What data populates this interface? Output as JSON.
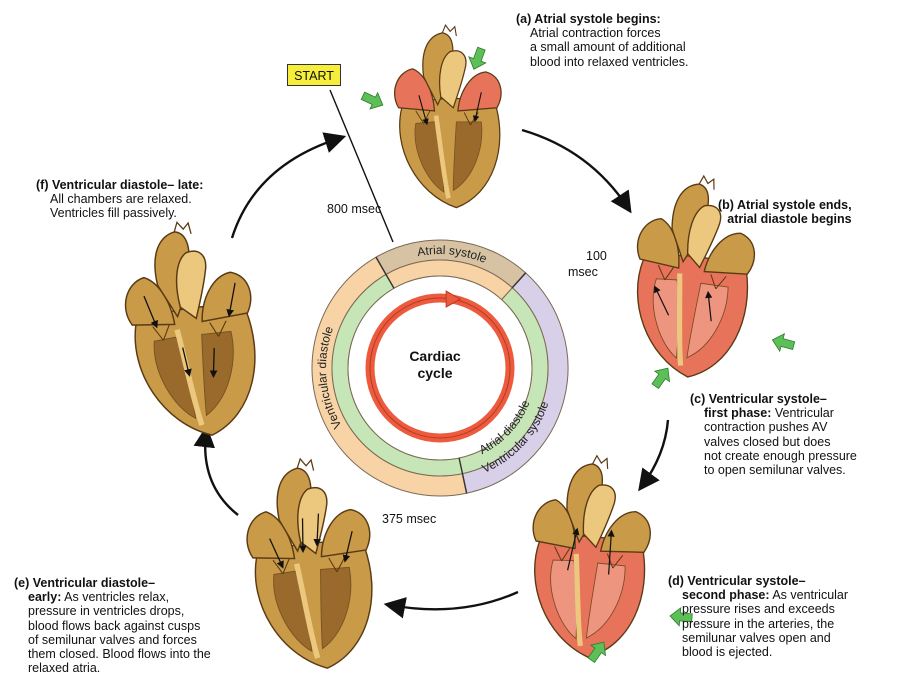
{
  "start_label": "START",
  "center_label": [
    "Cardiac",
    "cycle"
  ],
  "ring_labels": {
    "atrial_systole": "Atrial systole",
    "ventricular_diastole": "Ventricular diastole",
    "atrial_diastole": "Atrial diastole",
    "ventricular_systole": "Ventricular systole"
  },
  "time_labels": {
    "t800": "800 msec",
    "t100_a": "100",
    "t100_b": "msec",
    "t375": "375 msec"
  },
  "captions": {
    "a": {
      "lines": [
        [
          {
            "t": "(a) Atrial systole begins:",
            "b": true
          }
        ],
        [
          {
            "t": "Atrial contraction forces",
            "b": false
          }
        ],
        [
          {
            "t": "a small amount of additional",
            "b": false
          }
        ],
        [
          {
            "t": "blood into relaxed ventricles.",
            "b": false
          }
        ]
      ]
    },
    "b": {
      "lines": [
        [
          {
            "t": "(b) Atrial systole ends,",
            "b": true
          }
        ],
        [
          {
            "t": "atrial diastole begins",
            "b": true
          }
        ]
      ]
    },
    "c": {
      "lines": [
        [
          {
            "t": "(c) Ventricular systole–",
            "b": true
          }
        ],
        [
          {
            "t": "first phase:",
            "b": true
          },
          {
            "t": " Ventricular",
            "b": false
          }
        ],
        [
          {
            "t": "contraction pushes AV",
            "b": false
          }
        ],
        [
          {
            "t": "valves closed but does",
            "b": false
          }
        ],
        [
          {
            "t": "not create enough pressure",
            "b": false
          }
        ],
        [
          {
            "t": "to open semilunar valves.",
            "b": false
          }
        ]
      ]
    },
    "d": {
      "lines": [
        [
          {
            "t": "(d) Ventricular systole–",
            "b": true
          }
        ],
        [
          {
            "t": "second phase:",
            "b": true
          },
          {
            "t": " As ventricular",
            "b": false
          }
        ],
        [
          {
            "t": "pressure rises and exceeds",
            "b": false
          }
        ],
        [
          {
            "t": "pressure in the arteries, the",
            "b": false
          }
        ],
        [
          {
            "t": "semilunar valves open and",
            "b": false
          }
        ],
        [
          {
            "t": "blood is ejected.",
            "b": false
          }
        ]
      ]
    },
    "e": {
      "lines": [
        [
          {
            "t": "(e) Ventricular diastole–",
            "b": true
          }
        ],
        [
          {
            "t": "early:",
            "b": true
          },
          {
            "t": " As ventricles relax,",
            "b": false
          }
        ],
        [
          {
            "t": "pressure in ventricles drops,",
            "b": false
          }
        ],
        [
          {
            "t": "blood flows back against cusps",
            "b": false
          }
        ],
        [
          {
            "t": "of semilunar valves and forces",
            "b": false
          }
        ],
        [
          {
            "t": "them closed.  Blood flows into the",
            "b": false
          }
        ],
        [
          {
            "t": "relaxed atria.",
            "b": false
          }
        ]
      ]
    },
    "f": {
      "lines": [
        [
          {
            "t": "(f) Ventricular diastole– late:",
            "b": true
          }
        ],
        [
          {
            "t": "All chambers are relaxed.",
            "b": false
          }
        ],
        [
          {
            "t": "Ventricles fill passively.",
            "b": false
          }
        ]
      ]
    }
  },
  "colors": {
    "heart_gold": "#c99a48",
    "heart_shadow": "#8a5a22",
    "heart_light": "#ecc77e",
    "contract_red": "#e7745a",
    "ring_peach": "#f8d3a6",
    "ring_tan": "#d7c3a3",
    "ring_green": "#c6e6b8",
    "ring_lavender": "#d8cfe8",
    "ring_inner_red": "#ec5b3e",
    "green_arrow": "#5cbf57",
    "start_yellow": "#f7ee3c"
  }
}
